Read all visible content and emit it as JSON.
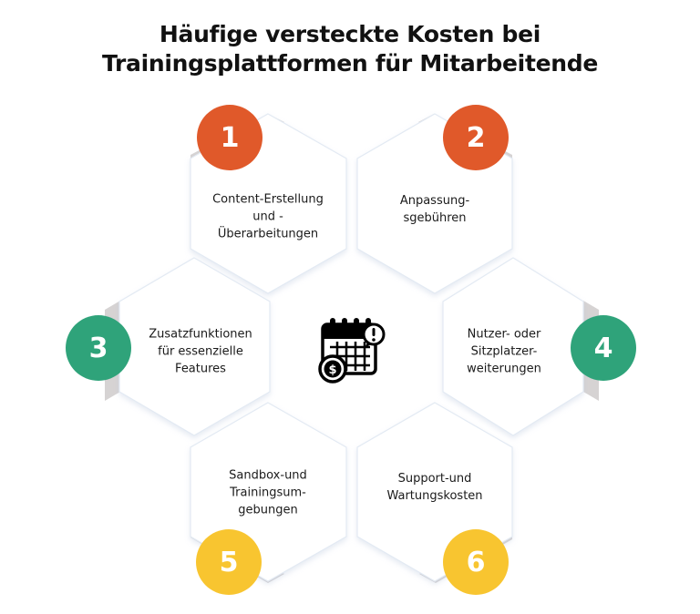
{
  "title": {
    "line1": "Häufige versteckte Kosten bei",
    "line2": "Trainingsplattformen für Mitarbeitende"
  },
  "center_icon": "calendar-cost-alert-icon",
  "colors": {
    "orange": "#E0592A",
    "green": "#2FA37A",
    "yellow": "#F8C530",
    "shadow": "#D6D3D3",
    "hex_fill": "#FFFFFF",
    "hex_edge": "#DDE5F0",
    "text": "#1A1A1A"
  },
  "items": [
    {
      "number": "1",
      "label": "Content-Erstellung\nund -\nÜberarbeitungen",
      "color": "orange"
    },
    {
      "number": "2",
      "label": "Anpassung-\nsgebühren",
      "color": "orange"
    },
    {
      "number": "3",
      "label": "Zusatzfunktionen\nfür essenzielle\nFeatures",
      "color": "green"
    },
    {
      "number": "4",
      "label": "Nutzer- oder\nSitzplatzer-\nweiterungen",
      "color": "green"
    },
    {
      "number": "5",
      "label": "Sandbox-und\nTrainingsum-\ngebungen",
      "color": "yellow"
    },
    {
      "number": "6",
      "label": "Support-und\nWartungskosten",
      "color": "yellow"
    }
  ]
}
